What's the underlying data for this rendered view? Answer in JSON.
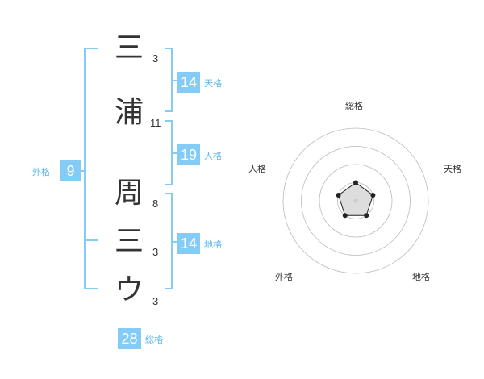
{
  "name_chars": [
    {
      "char": "三",
      "strokes": "3"
    },
    {
      "char": "浦",
      "strokes": "11"
    },
    {
      "char": "周",
      "strokes": "8"
    },
    {
      "char": "三",
      "strokes": "3"
    },
    {
      "char": "ウ",
      "strokes": "3"
    }
  ],
  "fortunes": {
    "tenkaku": {
      "value": "14",
      "label": "天格"
    },
    "jinkaku": {
      "value": "19",
      "label": "人格"
    },
    "chikaku": {
      "value": "14",
      "label": "地格"
    },
    "gaikaku": {
      "value": "9",
      "label": "外格"
    },
    "soukaku": {
      "value": "28",
      "label": "総格"
    }
  },
  "radar": {
    "axes": [
      "総格",
      "天格",
      "地格",
      "外格",
      "人格"
    ],
    "levels": 4,
    "values": [
      1,
      1,
      1,
      1,
      1
    ],
    "max": 4,
    "colors": {
      "ring": "#bbbbbb",
      "point": "#222222",
      "fill": "#dddddd"
    }
  }
}
